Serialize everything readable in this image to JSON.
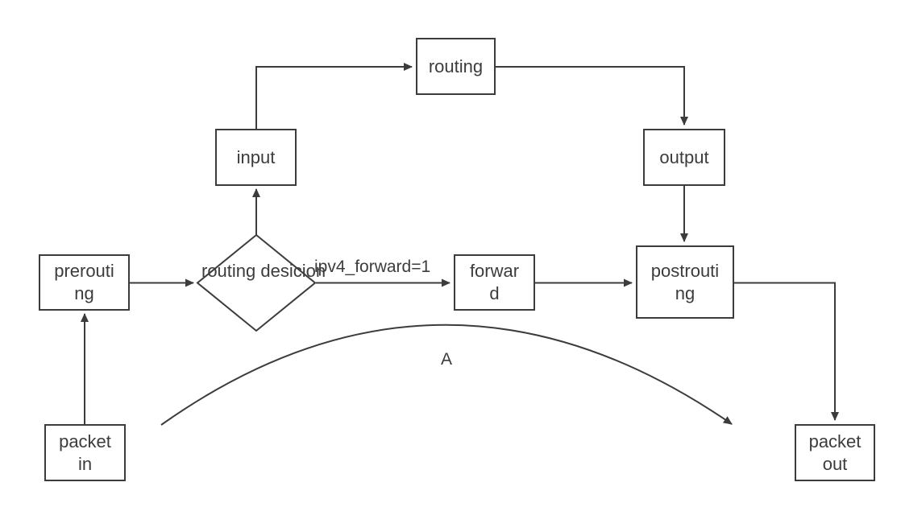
{
  "diagram": {
    "type": "flowchart",
    "colors": {
      "stroke": "#3c3c3c",
      "text": "#3c3c3c",
      "background": "#ffffff"
    },
    "nodes": {
      "packet_in": {
        "label": "packet in",
        "line1": "packet",
        "line2": "in"
      },
      "prerouting": {
        "label": "prerouting",
        "line1": "prerouti",
        "line2": "ng"
      },
      "routing_decision": {
        "label": "routing desicion",
        "line1": "routing",
        "line2": "desicion",
        "shape": "diamond"
      },
      "input": {
        "label": "input"
      },
      "routing": {
        "label": "routing"
      },
      "output": {
        "label": "output"
      },
      "forward": {
        "label": "forward",
        "line1": "forwar",
        "line2": "d"
      },
      "postrouting": {
        "label": "postrouting",
        "line1": "postrouti",
        "line2": "ng"
      },
      "packet_out": {
        "label": "packet out",
        "line1": "packet",
        "line2": "out"
      }
    },
    "edge_labels": {
      "forward_condition": "ipv4_forward=1",
      "arc": "A"
    },
    "edges": [
      {
        "from": "packet_in",
        "to": "prerouting"
      },
      {
        "from": "prerouting",
        "to": "routing_decision"
      },
      {
        "from": "routing_decision",
        "to": "input"
      },
      {
        "from": "input",
        "to": "routing"
      },
      {
        "from": "routing",
        "to": "output"
      },
      {
        "from": "output",
        "to": "postrouting"
      },
      {
        "from": "routing_decision",
        "to": "forward",
        "label": "ipv4_forward=1"
      },
      {
        "from": "forward",
        "to": "postrouting"
      },
      {
        "from": "postrouting",
        "to": "packet_out"
      },
      {
        "from": "packet_in_side",
        "to": "postrouting_side",
        "label": "A",
        "style": "arc"
      }
    ]
  }
}
